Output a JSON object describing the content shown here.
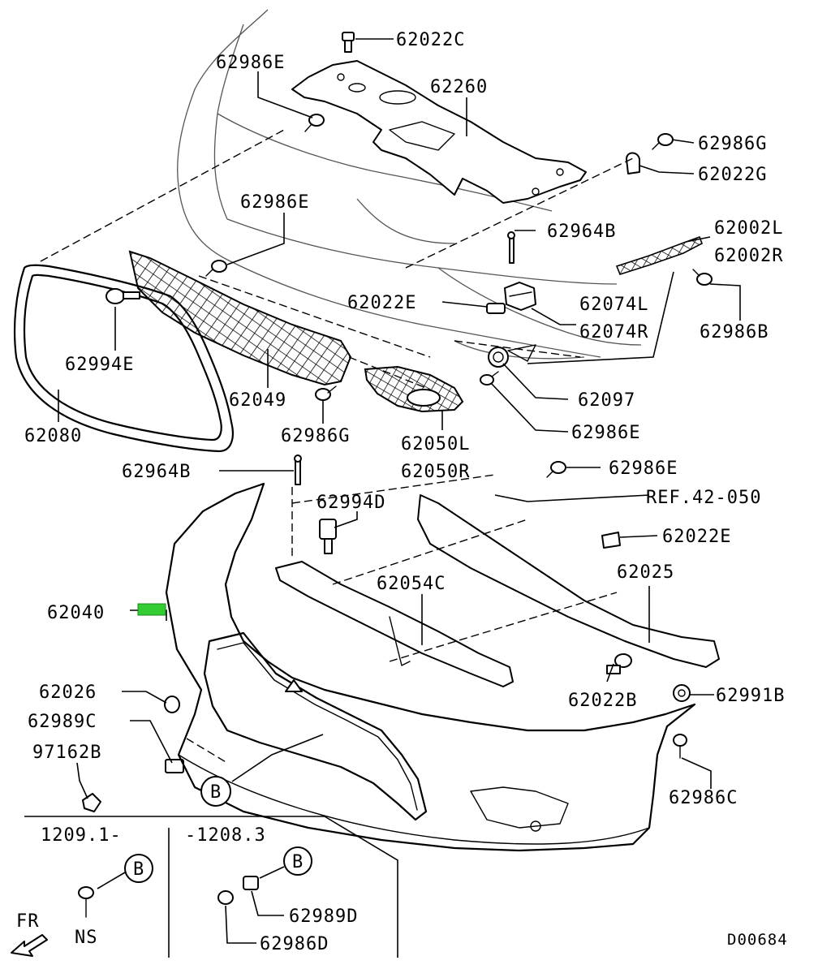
{
  "diagram": {
    "code": "D00684",
    "highlight_color": "#33cc33",
    "callout_letter": "B",
    "direction_label": "FR",
    "parts": {
      "p62022C": "62022C",
      "p62986E_a": "62986E",
      "p62260": "62260",
      "p62986G_a": "62986G",
      "p62022G": "62022G",
      "p62986E_b": "62986E",
      "p62964B_a": "62964B",
      "p62002L": "62002L",
      "p62002R": "62002R",
      "p62022E_a": "62022E",
      "p62074L": "62074L",
      "p62074R": "62074R",
      "p62986B": "62986B",
      "p62994E": "62994E",
      "p62049": "62049",
      "p62097": "62097",
      "p62080": "62080",
      "p62986G_b": "62986G",
      "p62050L": "62050L",
      "p62050R": "62050R",
      "p62986E_c": "62986E",
      "p62964B_b": "62964B",
      "p62986E_d": "62986E",
      "p62994D": "62994D",
      "ref": "REF.42-050",
      "p62022E_b": "62022E",
      "p62054C": "62054C",
      "p62025": "62025",
      "p62040": "62040",
      "p62026": "62026",
      "p62022B": "62022B",
      "p62991B": "62991B",
      "p62989C": "62989C",
      "p97162B": "97162B",
      "p62986C": "62986C"
    },
    "inset": {
      "left_range": "1209.1-",
      "right_range": "-1208.3",
      "ns": "NS",
      "p62989D": "62989D",
      "p62986D": "62986D"
    }
  }
}
